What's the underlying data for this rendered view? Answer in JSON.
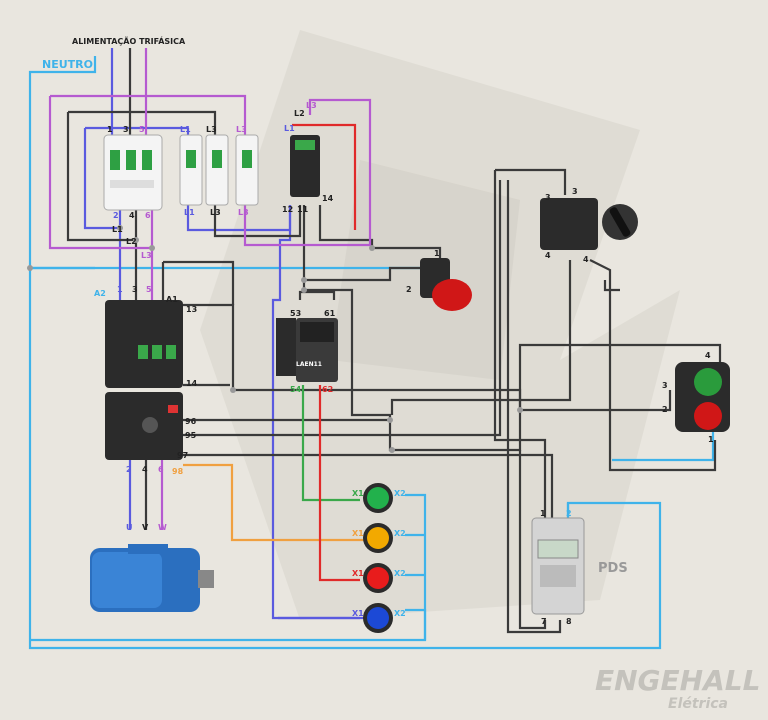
{
  "header": {
    "supply": "ALIMENTAÇÃO TRIFÁSICA",
    "neutral": "NEUTRO"
  },
  "breaker3": {
    "top": [
      "1",
      "3",
      "5"
    ],
    "bottom": [
      "2",
      "4",
      "6"
    ],
    "side": [
      "L1",
      "L2",
      "L3"
    ]
  },
  "breaker1": {
    "top": [
      "L1",
      "L3",
      "L3"
    ],
    "bottom": [
      "L1",
      "L3",
      "L3"
    ]
  },
  "phase_relay": {
    "top": [
      "L2",
      "L3",
      "L1"
    ],
    "bottom": [
      "12",
      "11",
      "14"
    ]
  },
  "contactor": {
    "top": [
      "1",
      "3",
      "5"
    ],
    "a1": "A1",
    "a2": "A2",
    "t13": "13",
    "t14": "14"
  },
  "overload": {
    "t96": "96",
    "t95": "95",
    "t97": "97",
    "t98": "98",
    "bottom": [
      "2",
      "4",
      "6"
    ]
  },
  "aux_block": {
    "t53": "53",
    "t61": "61",
    "t54": "54",
    "t62": "62",
    "model": "LAEN11"
  },
  "emergency": {
    "t1": "1",
    "t2": "2"
  },
  "selector": {
    "t3a": "3",
    "t3b": "3",
    "t4a": "4",
    "t4b": "4"
  },
  "pushbutton": {
    "t4": "4",
    "t3": "3",
    "t2": "2",
    "t1": "1"
  },
  "motor": {
    "u": "U",
    "v": "V",
    "w": "W"
  },
  "lamps": [
    {
      "x1": "X1",
      "x2": "X2",
      "color": "#22b14c"
    },
    {
      "x1": "X1",
      "x2": "X2",
      "color": "#f2a900"
    },
    {
      "x1": "X1",
      "x2": "X2",
      "color": "#e81c1c"
    },
    {
      "x1": "X1",
      "x2": "X2",
      "color": "#1c49d6"
    }
  ],
  "timer": {
    "label": "PDS",
    "t1": "1",
    "t2": "2",
    "t7": "7",
    "t8": "8"
  },
  "brand": {
    "name": "ENGEHALL",
    "sub": "Elétrica"
  },
  "colors": {
    "neutral": "#3fb3ea",
    "l1": "#5a5adf",
    "l2": "#3a3a3a",
    "l3": "#b55ad0",
    "orange": "#f0a040",
    "green": "#3aa84a",
    "red": "#e02a2a"
  }
}
